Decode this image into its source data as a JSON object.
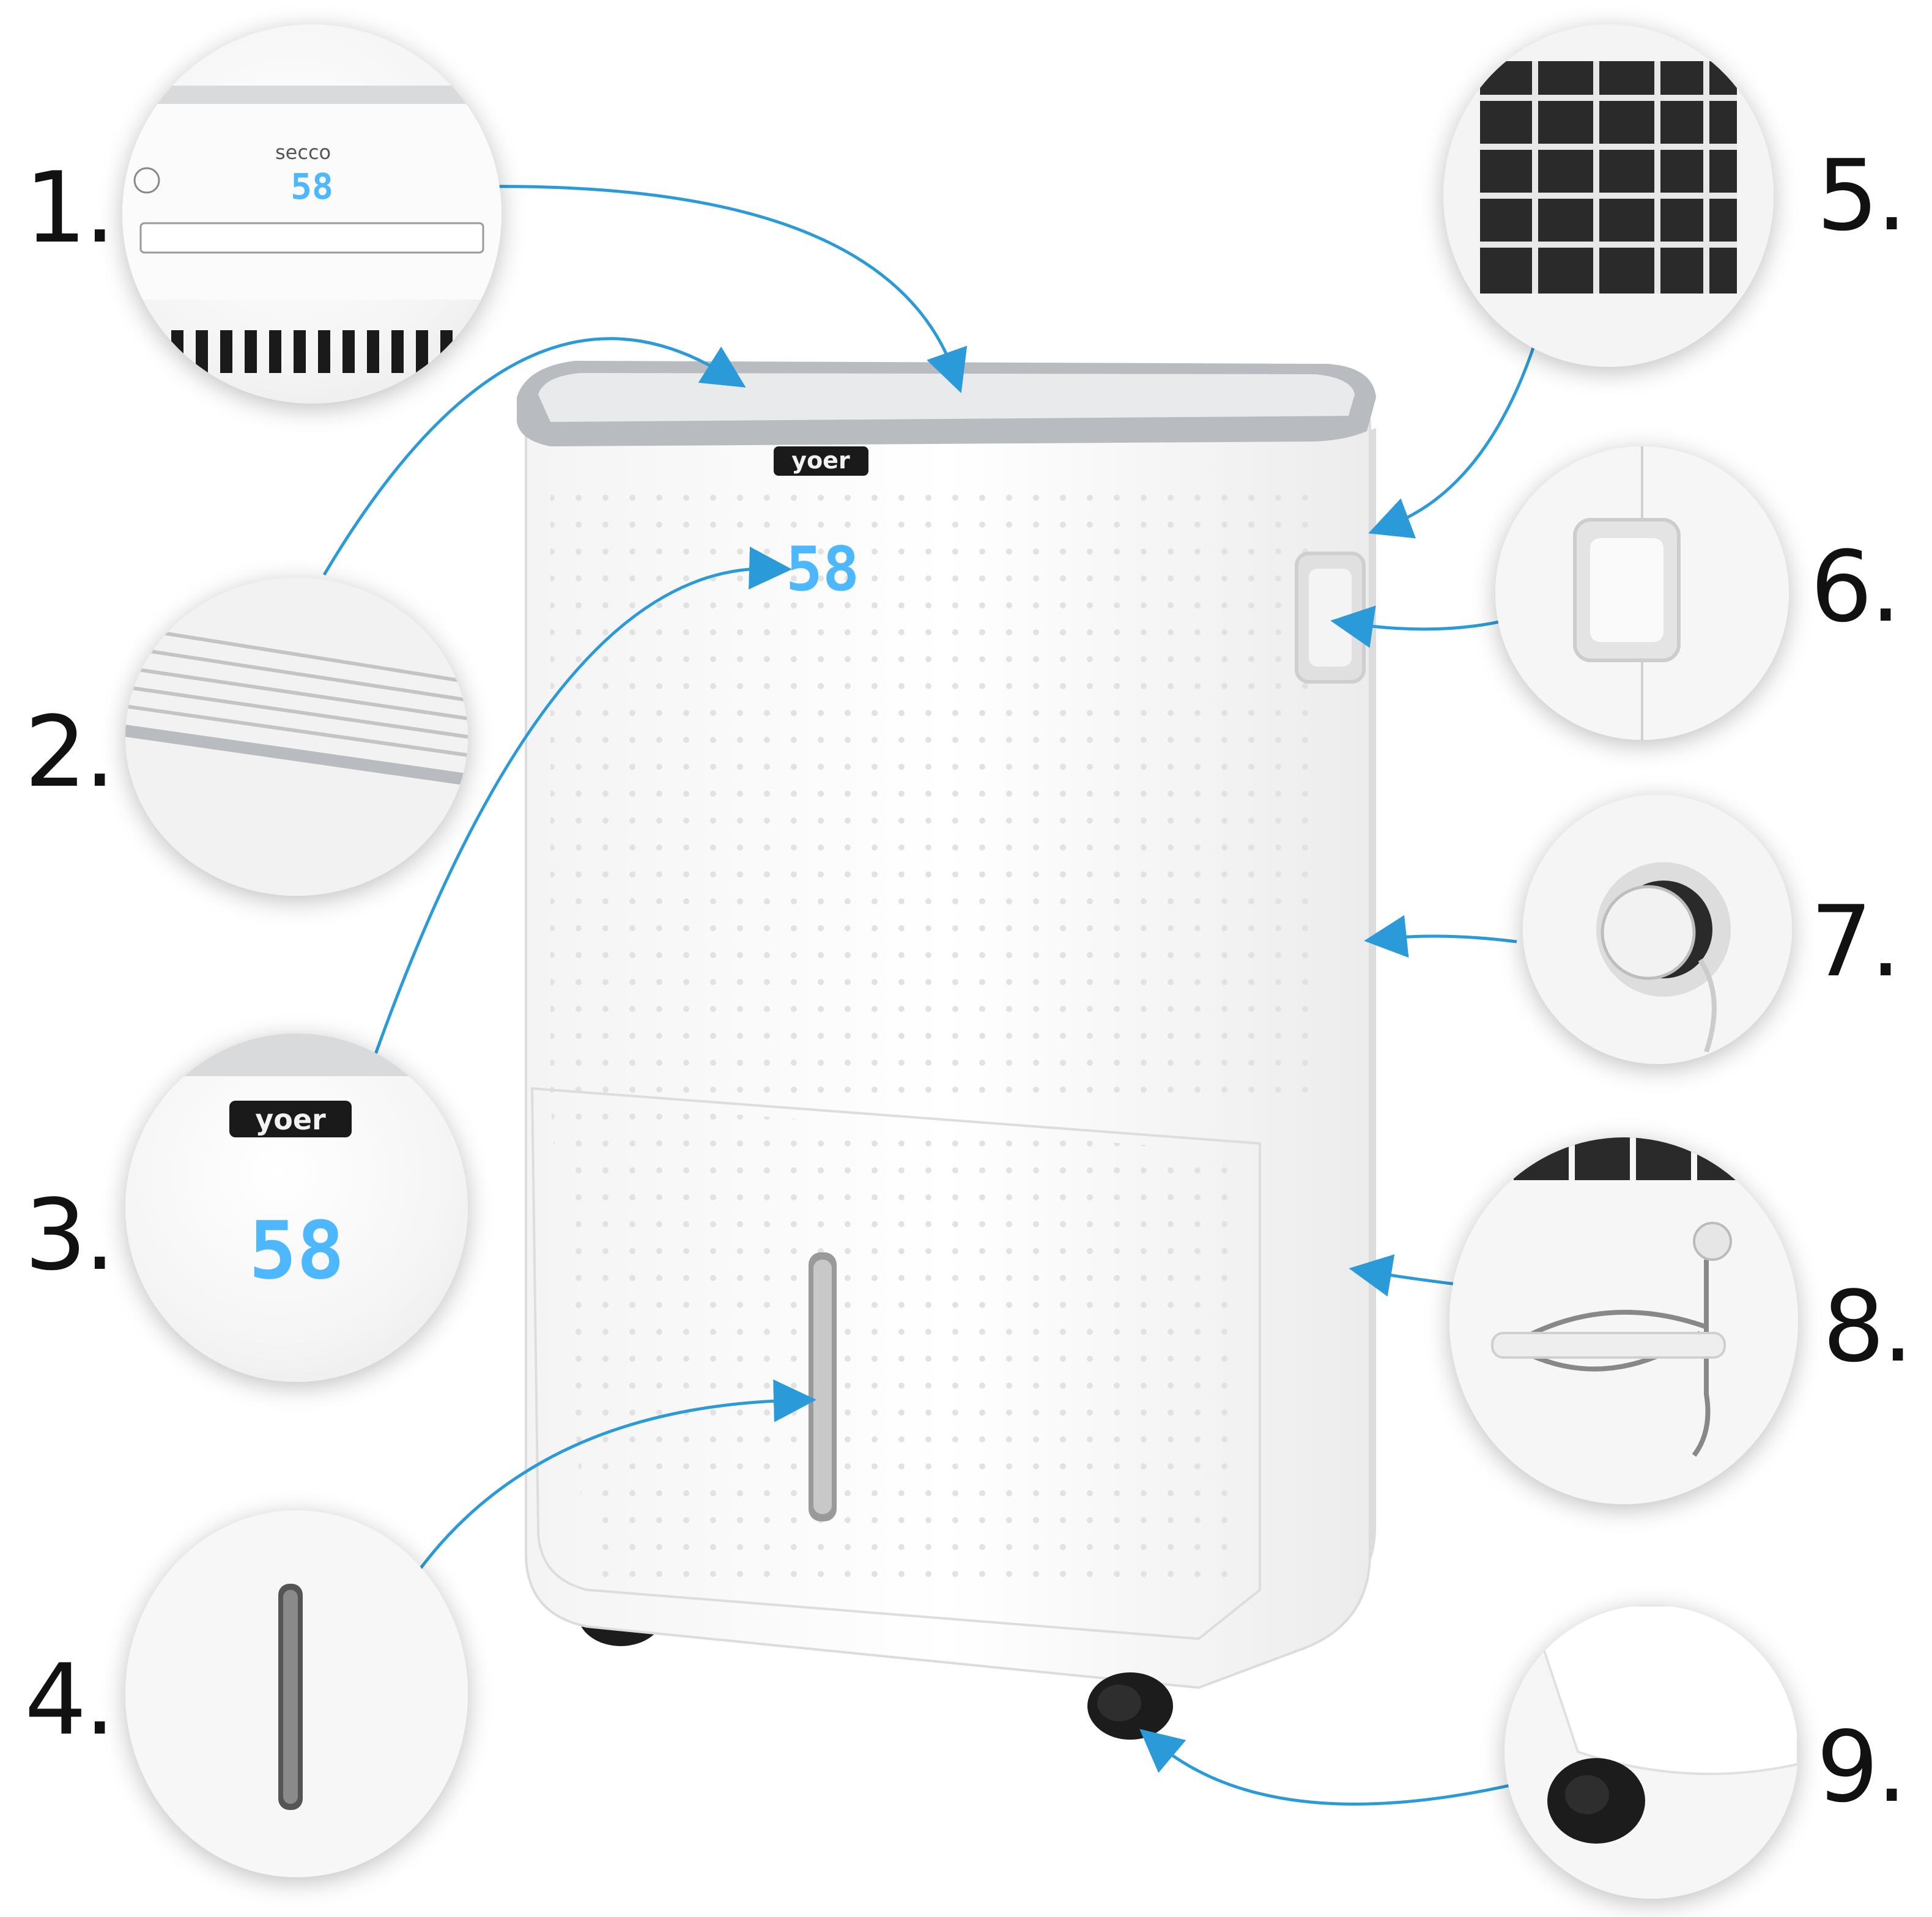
{
  "callouts": [
    {
      "number": "1.",
      "subject": "control-panel"
    },
    {
      "number": "2.",
      "subject": "air-outlet-louvre"
    },
    {
      "number": "3.",
      "subject": "front-display"
    },
    {
      "number": "4.",
      "subject": "water-level-window"
    },
    {
      "number": "5.",
      "subject": "air-filter"
    },
    {
      "number": "6.",
      "subject": "side-handle"
    },
    {
      "number": "7.",
      "subject": "drain-outlet"
    },
    {
      "number": "8.",
      "subject": "power-cord-holder"
    },
    {
      "number": "9.",
      "subject": "caster-wheels"
    }
  ],
  "brand_logo": "yoer",
  "panel_brand": "secco",
  "display_value": "58",
  "colors": {
    "accent_line": "#2b9ad8",
    "led": "#4db8ff",
    "body": "#ffffff",
    "top_trim": "#b8bcc0",
    "logo_bg": "#1a1a1a",
    "wheel": "#1c1c1c"
  }
}
